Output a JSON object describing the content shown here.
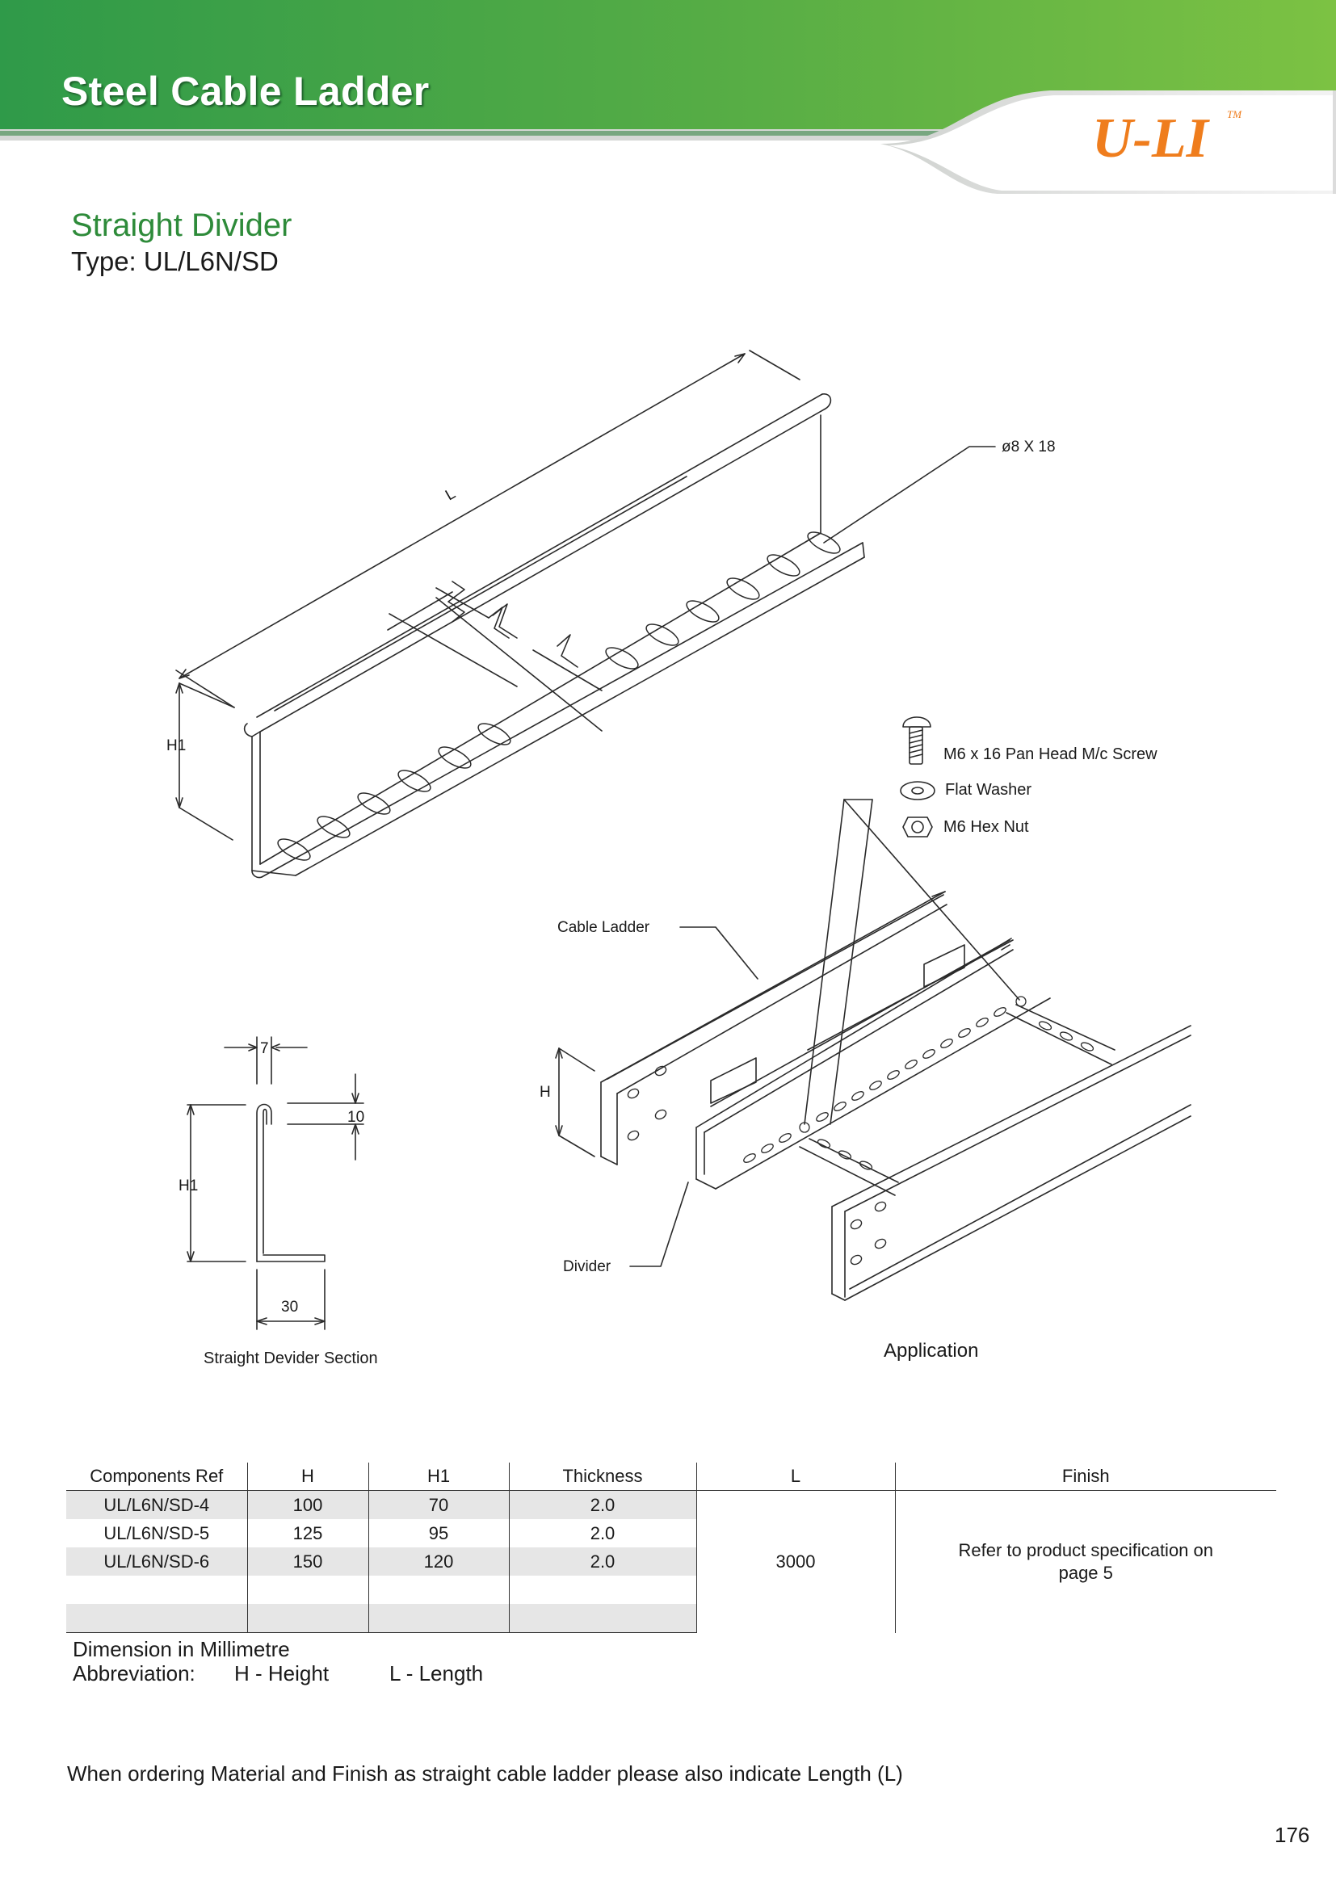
{
  "header": {
    "title": "Steel Cable Ladder",
    "logo": "U-LI",
    "trademark": "TM",
    "colors": {
      "green_dark": "#2f9a49",
      "green_light": "#7cc243",
      "logo_orange": "#ef7d1d"
    }
  },
  "section": {
    "title": "Straight Divider",
    "type_label": "Type: UL/L6N/SD"
  },
  "drawing_main": {
    "length_label": "L",
    "height_label": "H1",
    "slot_label": "ø8 X 18"
  },
  "fasteners": {
    "screw": "M6 x 16 Pan Head M/c Screw",
    "washer": "Flat Washer",
    "nut": "M6 Hex Nut"
  },
  "application": {
    "cable_ladder_label": "Cable Ladder",
    "height_label": "H",
    "divider_label": "Divider",
    "caption": "Application"
  },
  "section_drawing": {
    "dim_top": "7",
    "dim_right": "10",
    "dim_height": "H1",
    "dim_bottom": "30",
    "caption": "Straight Devider Section"
  },
  "table": {
    "headers": [
      "Components Ref",
      "H",
      "H1",
      "Thickness",
      "L",
      "Finish"
    ],
    "rows": [
      {
        "ref": "UL/L6N/SD-4",
        "h": "100",
        "h1": "70",
        "thickness": "2.0"
      },
      {
        "ref": "UL/L6N/SD-5",
        "h": "125",
        "h1": "95",
        "thickness": "2.0"
      },
      {
        "ref": "UL/L6N/SD-6",
        "h": "150",
        "h1": "120",
        "thickness": "2.0"
      }
    ],
    "length_value": "3000",
    "finish_value": "Refer to product specification on page 5"
  },
  "notes": {
    "dimension": "Dimension in Millimetre",
    "abbrev_label": "Abbreviation:",
    "abbrev_h": "H - Height",
    "abbrev_l": "L - Length",
    "ordering": "When ordering Material and Finish as straight cable ladder please also indicate Length (L)"
  },
  "page_number": "176"
}
